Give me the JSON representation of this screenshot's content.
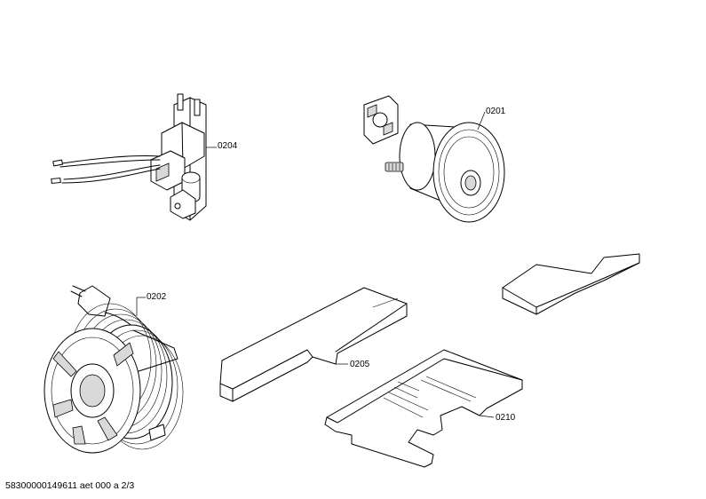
{
  "parts": [
    {
      "id": "0204",
      "name": "electronic-module"
    },
    {
      "id": "0201",
      "name": "motor"
    },
    {
      "id": "0202",
      "name": "cable-reel"
    },
    {
      "id": "0205",
      "name": "filter-plate"
    },
    {
      "id": "0210",
      "name": "base-plate"
    }
  ],
  "footer": "58300000149611 aet 000 a 2/3"
}
